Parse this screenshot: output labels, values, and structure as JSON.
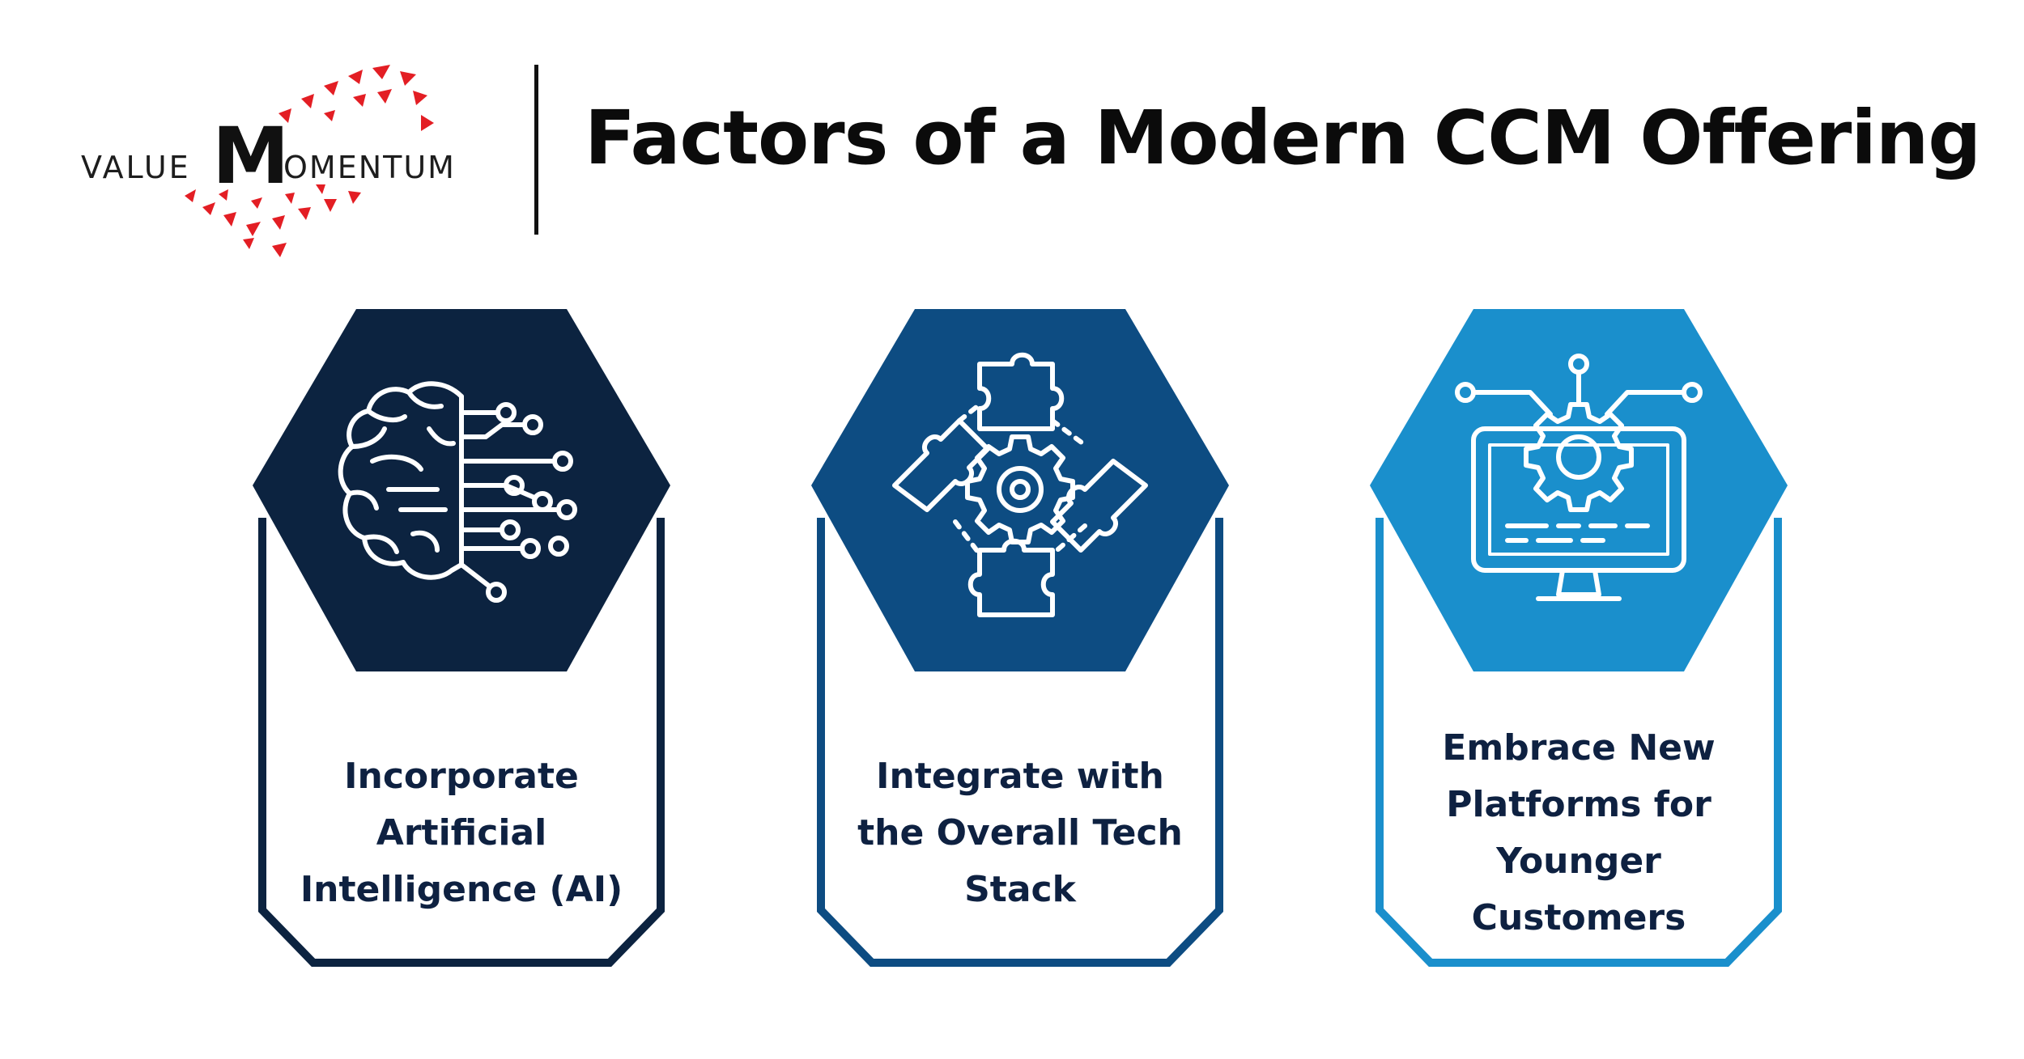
{
  "logo": {
    "text_left": "VALUE",
    "text_big": "M",
    "text_right": "OMENTUM"
  },
  "title": "Factors of a Modern CCM Offering",
  "cards": [
    {
      "label": "Incorporate Artificial Intelligence (AI)",
      "icon": "brain-circuit-icon",
      "color": "#0c2340"
    },
    {
      "label": "Integrate with the Overall Tech Stack",
      "icon": "puzzle-gear-icon",
      "color": "#0d4c82"
    },
    {
      "label": "Embrace New Platforms for Younger Customers",
      "icon": "monitor-gear-icon",
      "color": "#1a8fcc"
    }
  ],
  "colors": {
    "logo_red": "#e31e24",
    "text_dark": "#0e2141"
  }
}
